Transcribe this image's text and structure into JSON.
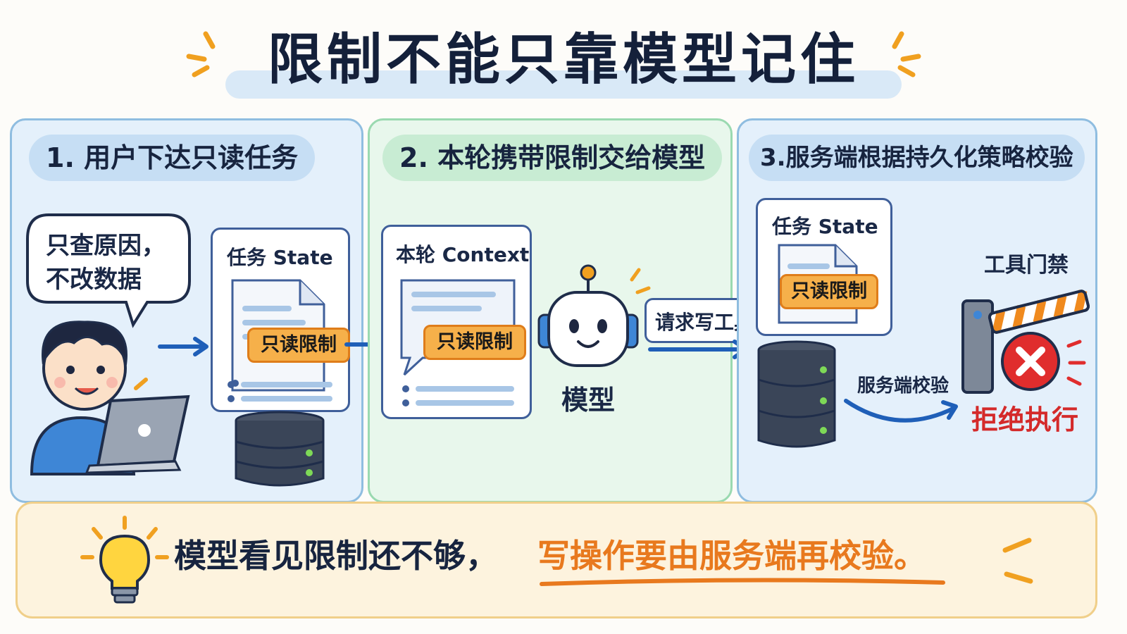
{
  "title": "限制不能只靠模型记住",
  "panels": [
    {
      "step": "1. 用户下达只读任务",
      "speech": [
        "只查原因，",
        "不改数据"
      ],
      "card_title": "任务 State",
      "badge": "只读限制"
    },
    {
      "step": "2. 本轮携带限制交给模型",
      "card_title": "本轮 Context",
      "badge": "只读限制",
      "model_label": "模型",
      "request_label": "请求写工具"
    },
    {
      "step": "3.服务端根据持久化策略校验",
      "card_title": "任务 State",
      "badge": "只读限制",
      "gate_label": "工具门禁",
      "verify_label": "服务端校验",
      "reject_label": "拒绝执行"
    }
  ],
  "conclusion": {
    "part1": "模型看见限制还不够，",
    "part2": "写操作要由服务端再校验。"
  },
  "colors": {
    "accent_orange": "#e8791e",
    "reject_red": "#d42a2a",
    "arrow_blue": "#1f5fb8"
  }
}
